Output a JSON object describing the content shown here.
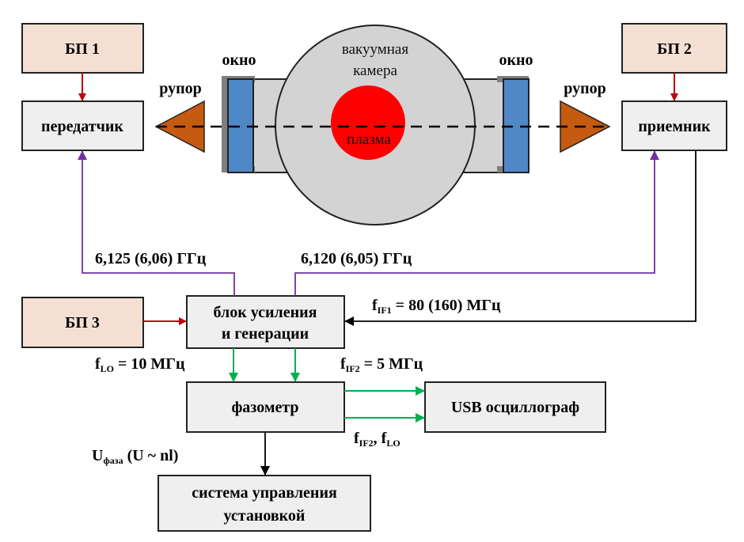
{
  "colors": {
    "power_fill": "#f4e0d2",
    "block_fill": "#efefef",
    "block_stroke": "#222222",
    "chamber_fill": "#d3d3d3",
    "plasma_fill": "#ff0000",
    "window_fill": "#4f88c6",
    "flange_fill": "#7f7f7f",
    "horn_fill": "#c55a11",
    "red_arrow": "#c0000b",
    "purple_line": "#7030a0",
    "green_arrow": "#00b050",
    "black_arrow": "#000000"
  },
  "blocks": {
    "bp1": "БП 1",
    "bp2": "БП 2",
    "bp3": "БП 3",
    "transmitter": "передатчик",
    "receiver": "приемник",
    "amp_gen_line1": "блок усиления",
    "amp_gen_line2": "и генерации",
    "phasemeter": "фазометр",
    "usb_osc": "USB осциллограф",
    "control_line1": "система управления",
    "control_line2": "установкой"
  },
  "chamber": {
    "label_line1": "вакуумная",
    "label_line2": "камера",
    "plasma": "плазма"
  },
  "labels": {
    "window_left": "окно",
    "window_right": "окно",
    "horn_left": "рупор",
    "horn_right": "рупор",
    "freq_tx": "6,125 (6,06) ГГц",
    "freq_rx": "6,120 (6,05) ГГц",
    "fif1_f": "f",
    "fif1_sub": "IF1",
    "fif1_value": " = 80 (160) МГц",
    "flo_f": "f",
    "flo_sub": "LO",
    "flo_value": " = 10 МГц",
    "fif2_f": "f",
    "fif2_sub": "IF2",
    "fif2_value": " = 5 МГц",
    "usb_sig_f1": "f",
    "usb_sig_sub1": "IF2",
    "usb_sig_sep": ", f",
    "usb_sig_sub2": "LO",
    "uphase_u": "U",
    "uphase_sub": "фаза",
    "uphase_value": " (U ~ nl)"
  }
}
